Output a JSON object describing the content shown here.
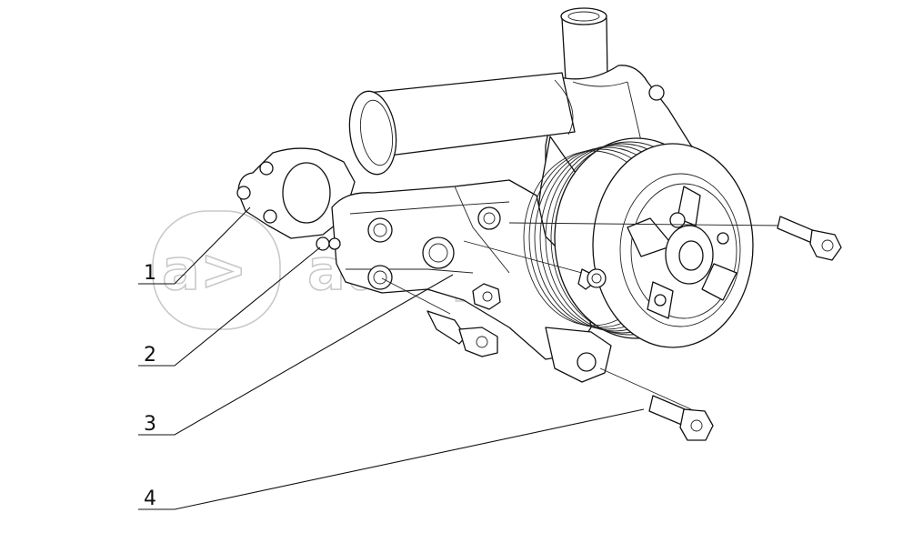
{
  "callouts": [
    {
      "label": "1"
    },
    {
      "label": "2"
    },
    {
      "label": "3"
    },
    {
      "label": "4"
    }
  ],
  "watermark": {
    "mark": "a>",
    "text": "autopiter.ru"
  }
}
